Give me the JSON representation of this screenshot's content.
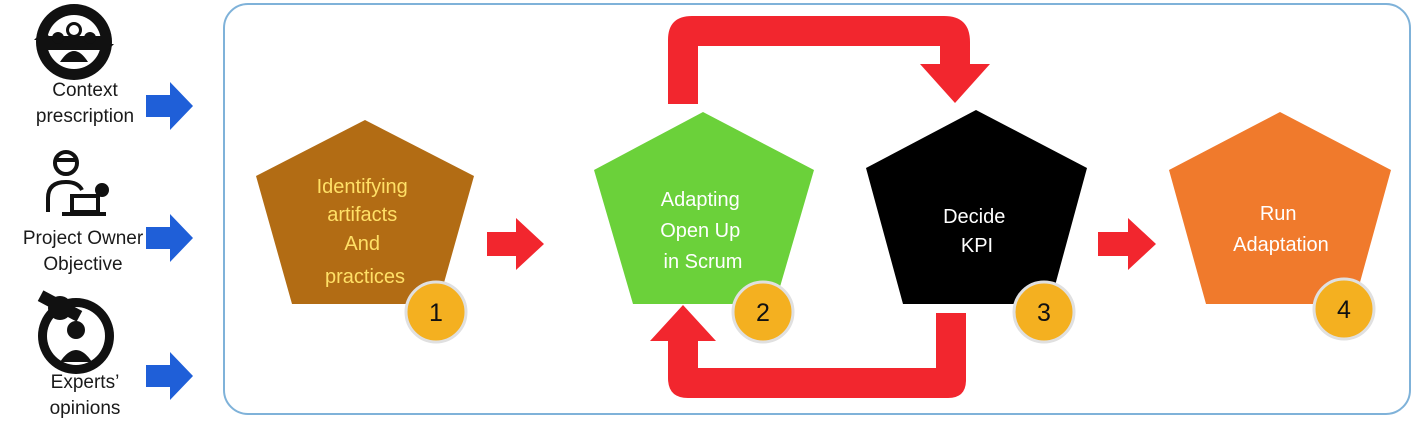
{
  "inputs": [
    {
      "icon": "group-cycle-icon",
      "line1": "Context",
      "line2": "prescription"
    },
    {
      "icon": "person-laptop-gear-icon",
      "line1": "Project Owner",
      "line2": "Objective"
    },
    {
      "icon": "expert-search-icon",
      "line1": "Experts’",
      "line2": "opinions"
    }
  ],
  "steps": [
    {
      "number": "1",
      "lines": [
        "Identifying",
        "artifacts",
        "And",
        "practices"
      ],
      "fill": "#B26C14",
      "text_color": "#FFE066"
    },
    {
      "number": "2",
      "lines": [
        "Adapting",
        "Open Up",
        "in Scrum"
      ],
      "fill": "#6BD13A",
      "text_color": "#FFFFFF"
    },
    {
      "number": "3",
      "lines": [
        "Decide",
        "KPI"
      ],
      "fill": "#000000",
      "text_color": "#FFFFFF"
    },
    {
      "number": "4",
      "lines": [
        "Run",
        "Adaptation"
      ],
      "fill": "#F07A2C",
      "text_color": "#FFFFFF"
    }
  ],
  "colors": {
    "input_arrow": "#1F5FD8",
    "flow_arrow": "#F2262E",
    "panel_border": "#7FB2D9",
    "badge_fill": "#F4B020",
    "badge_border": "#E0E0E0"
  }
}
